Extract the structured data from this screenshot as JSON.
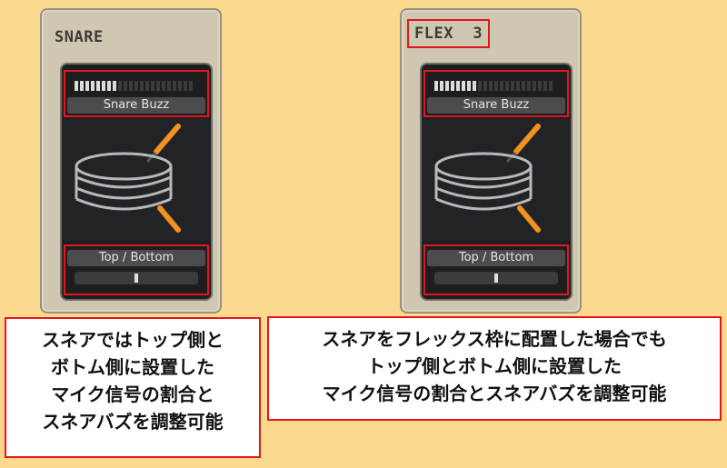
{
  "colors": {
    "background": "#fcd98f",
    "highlight": "#e3171b",
    "panel": "#cfc7b2",
    "inner": "#1d1e20",
    "accent_orange": "#f5911e"
  },
  "panels": [
    {
      "title": "SNARE",
      "meter_label": "Snare Buzz",
      "meter_level": 0.35,
      "mix_label": "Top / Bottom",
      "slider_value": 0.5
    },
    {
      "title": "FLEX  3",
      "meter_label": "Snare Buzz",
      "meter_level": 0.35,
      "mix_label": "Top / Bottom",
      "slider_value": 0.5
    }
  ],
  "captions": {
    "left": [
      "スネアではトップ側と",
      "ボトム側に設置した",
      "マイク信号の割合と",
      "スネアバズを調整可能"
    ],
    "right": [
      "スネアをフレックス枠に配置した場合でも",
      "トップ側とボトム側に設置した",
      "マイク信号の割合とスネアバズを調整可能"
    ]
  },
  "icons": {
    "drum": "snare-drum-icon",
    "mic": "microphone-icon"
  }
}
